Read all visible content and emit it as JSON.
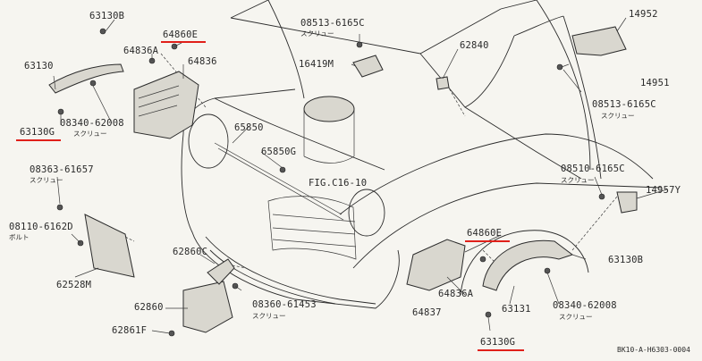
{
  "colors": {
    "background": "#f6f5f0",
    "ink": "#2b2b2b",
    "highlight": "#e0201a"
  },
  "labels": {
    "p63130B_top": "63130B",
    "p64860E_top": "64860E",
    "p64836A_top": "64836A",
    "p64836_top": "64836",
    "p63130_left": "63130",
    "p63130G_left": "63130G",
    "p08340_left": "08340-62008",
    "screw_left": "スクリュー",
    "p08513_top": "08513-6165C",
    "screw_top": "スクリュー",
    "p16419M": "16419M",
    "p62840": "62840",
    "p14952": "14952",
    "p14951": "14951",
    "p08513_right": "08513-6165C",
    "screw_right": "スクリュー",
    "p65850": "65850",
    "p65850G": "65850G",
    "fig_c16": "FIG.C16-10",
    "p08363": "08363-61657",
    "screw_08363": "スクリュー",
    "p08110": "08110-6162D",
    "bolt": "ボルト",
    "p62528M": "62528M",
    "p62860C": "62860C",
    "p62860": "62860",
    "p62861F": "62861F",
    "p08360": "08360-61453",
    "screw_08360": "スクリュー",
    "p08510": "08510-6165C",
    "screw_08510": "スクリュー",
    "p14957Y": "14957Y",
    "p64860E_right": "64860E",
    "p63130B_right": "63130B",
    "p64836A_right": "64836A",
    "p64837": "64837",
    "p63131": "63131",
    "p08340_right": "08340-62008",
    "screw_08340": "スクリュー",
    "p63130G_bottom": "63130G",
    "ref_code": "BK10-A-H6303-0004"
  }
}
